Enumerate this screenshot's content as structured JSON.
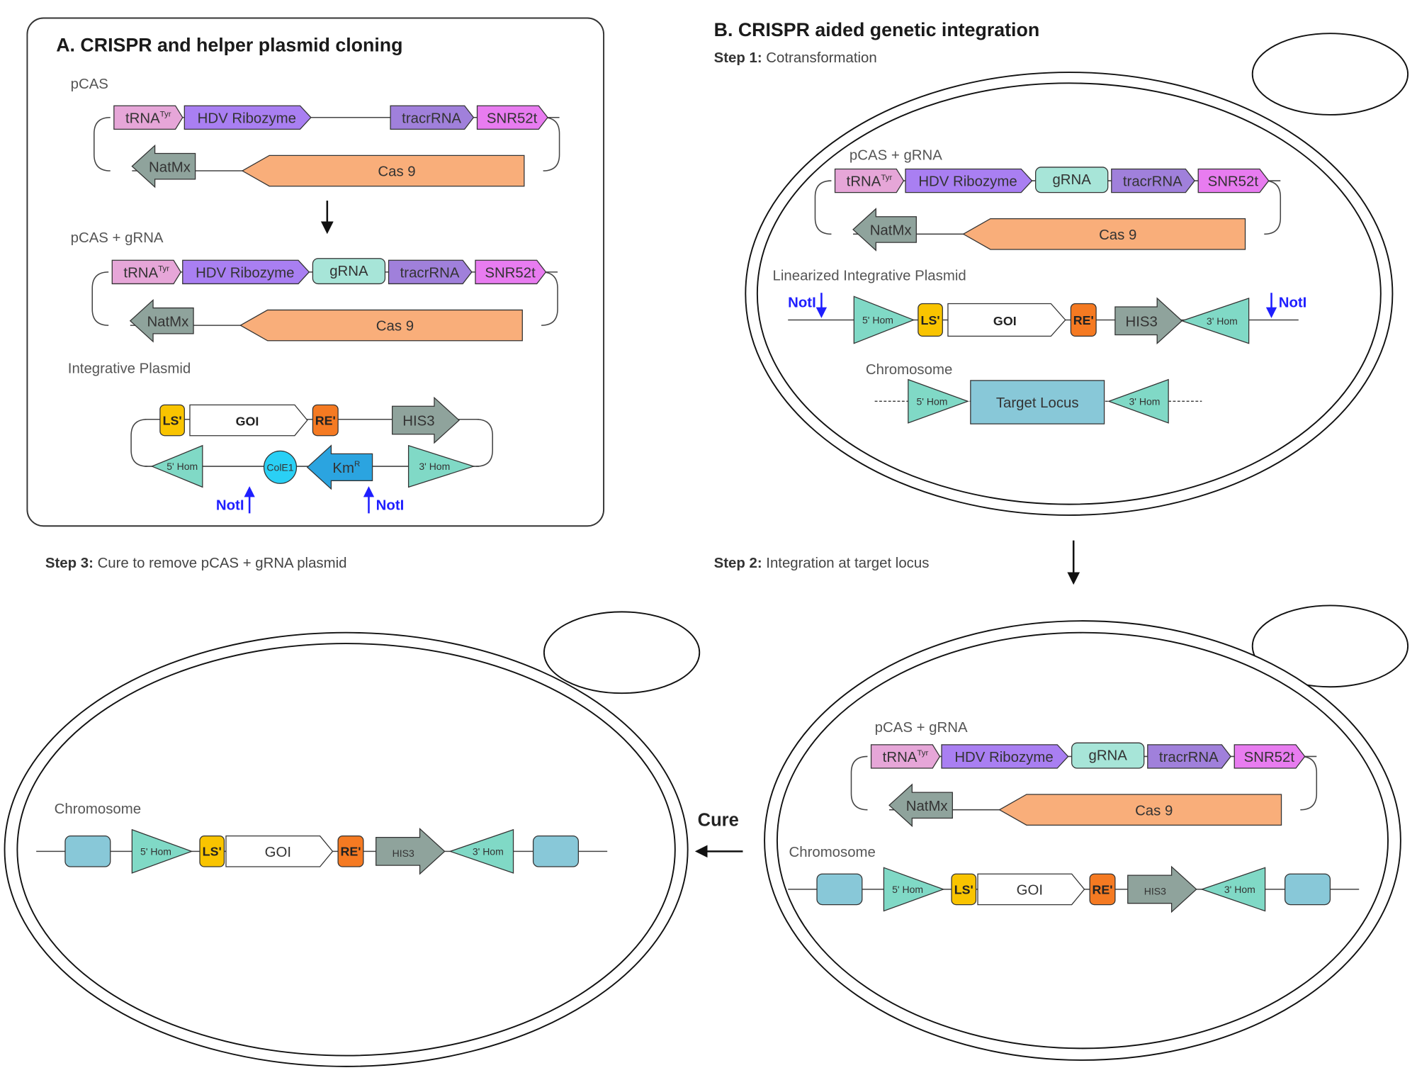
{
  "colors": {
    "trna": "#e6a6d8",
    "hdv": "#a97ff2",
    "tracr": "#a080db",
    "snr52t": "#e87cf0",
    "grna": "#a7e5d8",
    "natmx": "#8fa39c",
    "cas9": "#f9ae7a",
    "ls": "#f9c400",
    "goi": "#ffffff",
    "re": "#f57a22",
    "his3": "#8fa39c",
    "hom": "#80d9c6",
    "cole1": "#2ad0f5",
    "kmr": "#2ba4e0",
    "locus": "#88c8d8",
    "notl": "#1f1fff",
    "outline": "#333333"
  },
  "panel_a": {
    "title": "A. CRISPR and helper plasmid cloning",
    "pcas": {
      "label": "pCAS",
      "trna": "tRNA",
      "trna_sup": "Tyr",
      "hdv": "HDV Ribozyme",
      "tracr": "tracrRNA",
      "snr": "SNR52t",
      "natmx": "NatMx",
      "cas9": "Cas 9"
    },
    "pcas_grna": {
      "label": "pCAS + gRNA",
      "trna": "tRNA",
      "trna_sup": "Tyr",
      "hdv": "HDV Ribozyme",
      "grna": "gRNA",
      "tracr": "tracrRNA",
      "snr": "SNR52t",
      "natmx": "NatMx",
      "cas9": "Cas 9"
    },
    "integrative": {
      "label": "Integrative Plasmid",
      "ls": "LS'",
      "goi": "GOI",
      "re": "RE'",
      "his3": "HIS3",
      "hom5": "5' Hom",
      "cole1": "ColE1",
      "kmr": "Km",
      "kmr_sup": "R",
      "hom3": "3' Hom",
      "notl_left": "NotI",
      "notl_right": "NotI"
    }
  },
  "panel_b": {
    "title": "B. CRISPR aided genetic integration",
    "step1": {
      "bold": "Step 1:",
      "text": "Cotransformation",
      "pcas_grna": {
        "label": "pCAS + gRNA",
        "trna": "tRNA",
        "trna_sup": "Tyr",
        "hdv": "HDV Ribozyme",
        "grna": "gRNA",
        "tracr": "tracrRNA",
        "snr": "SNR52t",
        "natmx": "NatMx",
        "cas9": "Cas 9"
      },
      "linear": {
        "label": "Linearized Integrative Plasmid",
        "notl_left": "NotI",
        "notl_right": "NotI",
        "hom5": "5' Hom",
        "ls": "LS'",
        "goi": "GOI",
        "re": "RE'",
        "his3": "HIS3",
        "hom3": "3' Hom"
      },
      "chromosome": {
        "label": "Chromosome",
        "hom5": "5' Hom",
        "locus": "Target Locus",
        "hom3": "3' Hom"
      }
    },
    "step2": {
      "bold": "Step 2:",
      "text": "Integration at target locus",
      "pcas_grna": {
        "label": "pCAS + gRNA",
        "trna": "tRNA",
        "trna_sup": "Tyr",
        "hdv": "HDV Ribozyme",
        "grna": "gRNA",
        "tracr": "tracrRNA",
        "snr": "SNR52t",
        "natmx": "NatMx",
        "cas9": "Cas 9"
      },
      "chromosome": {
        "label": "Chromosome",
        "hom5": "5' Hom",
        "ls": "LS'",
        "goi": "GOI",
        "re": "RE'",
        "his3": "HIS3",
        "hom3": "3' Hom"
      }
    },
    "step3": {
      "bold": "Step 3:",
      "text": "Cure to remove pCAS + gRNA plasmid",
      "chromosome": {
        "label": "Chromosome",
        "hom5": "5' Hom",
        "ls": "LS'",
        "goi": "GOI",
        "re": "RE'",
        "his3": "HIS3",
        "hom3": "3' Hom"
      }
    },
    "cure_label": "Cure"
  }
}
